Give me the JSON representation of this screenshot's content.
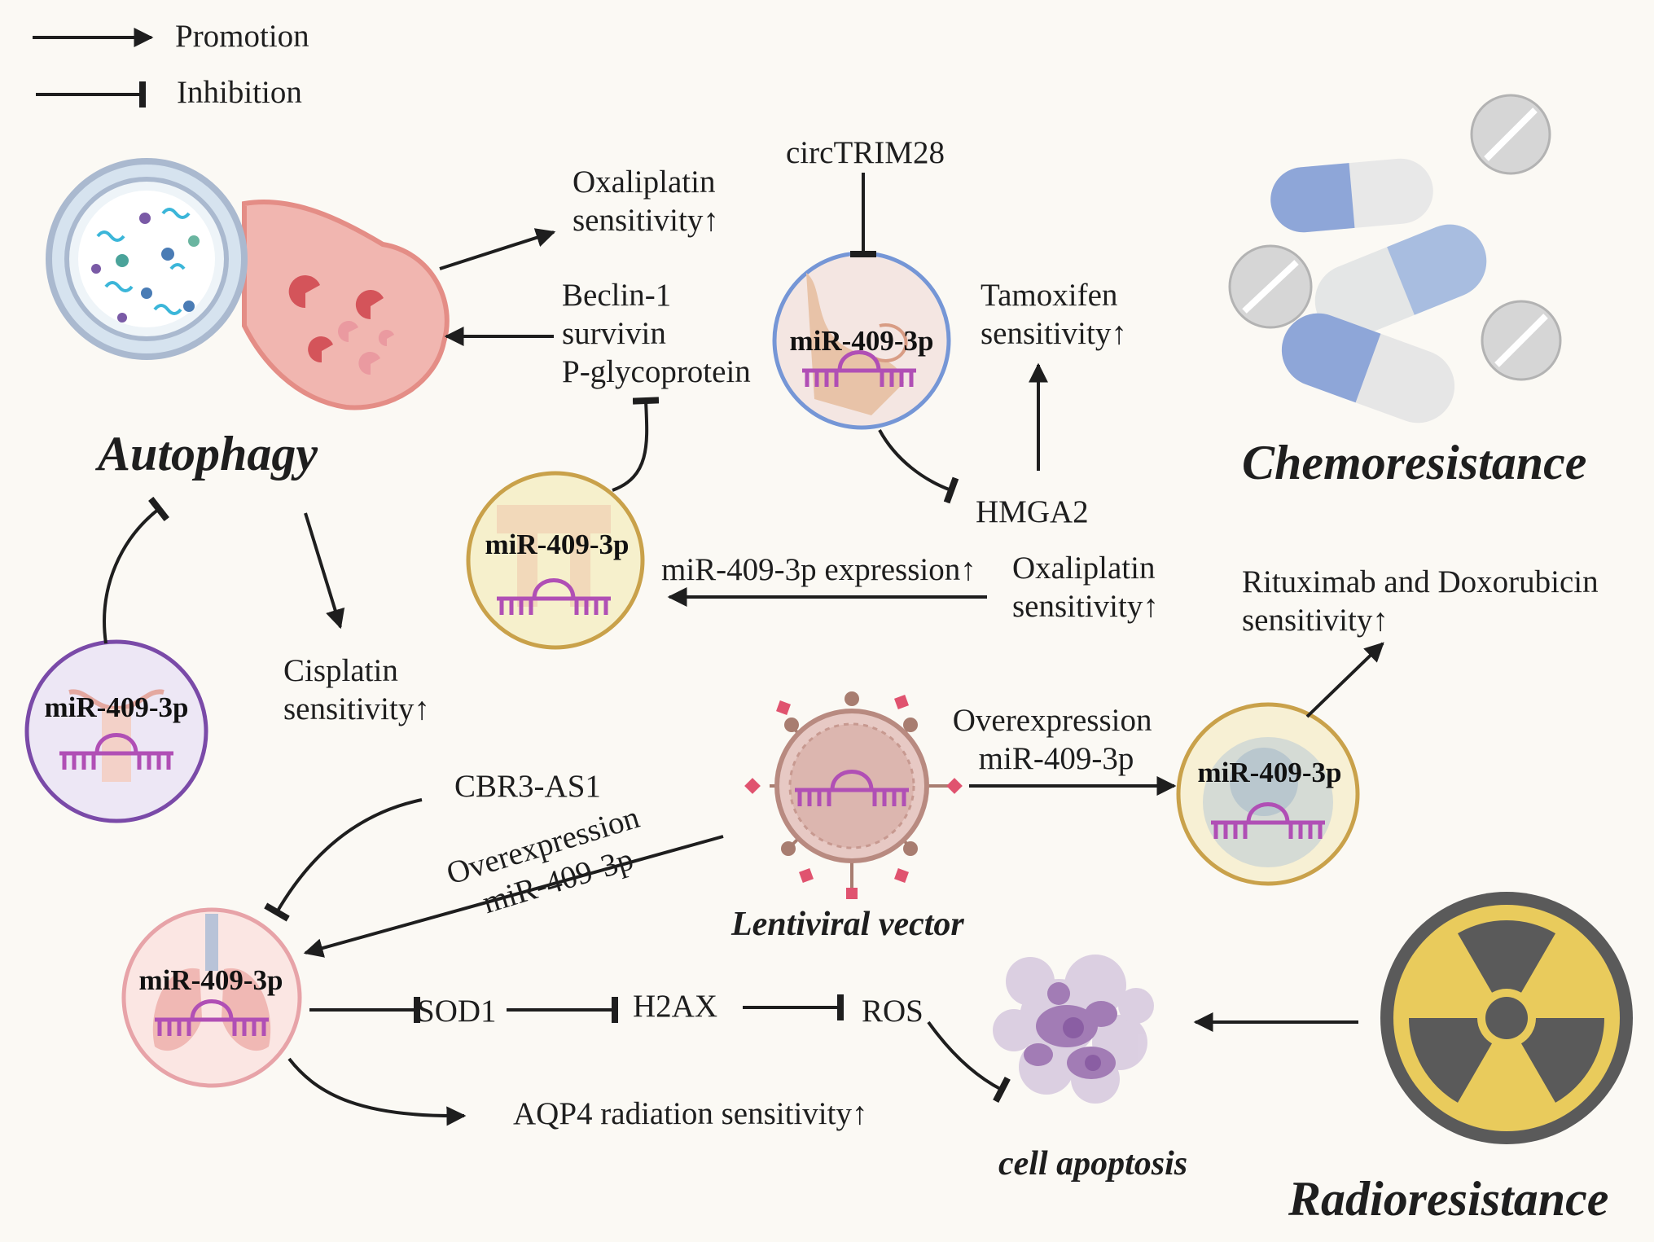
{
  "legend": {
    "promotion": "Promotion",
    "inhibition": "Inhibition"
  },
  "titles": {
    "autophagy": "Autophagy",
    "chemoresistance": "Chemoresistance",
    "radioresistance": "Radioresistance",
    "lentiviral_vector": "Lentiviral vector",
    "cell_apoptosis": "cell apoptosis"
  },
  "mirna": {
    "label": "miR-409-3p"
  },
  "labels": {
    "oxaliplatin_sensitivity_top": [
      "Oxaliplatin",
      "sensitivity↑"
    ],
    "circtrim28": "circTRIM28",
    "autophagy_proteins": [
      "Beclin-1",
      "survivin",
      "P-glycoprotein"
    ],
    "tamoxifen_sensitivity": [
      "Tamoxifen",
      "sensitivity↑"
    ],
    "hmga2": "HMGA2",
    "mir_expression": "miR-409-3p expression↑",
    "oxaliplatin_sensitivity_right": [
      "Oxaliplatin",
      "sensitivity↑"
    ],
    "rituximab_doxorubicin": [
      "Rituximab and Doxorubicin",
      "sensitivity↑"
    ],
    "cisplatin_sensitivity": [
      "Cisplatin",
      "sensitivity↑"
    ],
    "overexpression_right": [
      "Overexpression",
      "miR-409-3p"
    ],
    "cbr3_as1": "CBR3-AS1",
    "overexpression_diag": [
      "Overexpression",
      "miR-409-3p"
    ],
    "sod1": "SOD1",
    "h2ax": "H2AX",
    "ros": "ROS",
    "aqp4": "AQP4 radiation sensitivity↑"
  },
  "colors": {
    "breast_circle": "#6f93d8",
    "colon_circle": "#c9a14a",
    "ovary_circle": "#7a4aa8",
    "lymph_circle": "#c9a14a",
    "lung_circle": "#e7a3a8",
    "rna": "#b04fb5",
    "radiation": "#e9cb5c"
  }
}
